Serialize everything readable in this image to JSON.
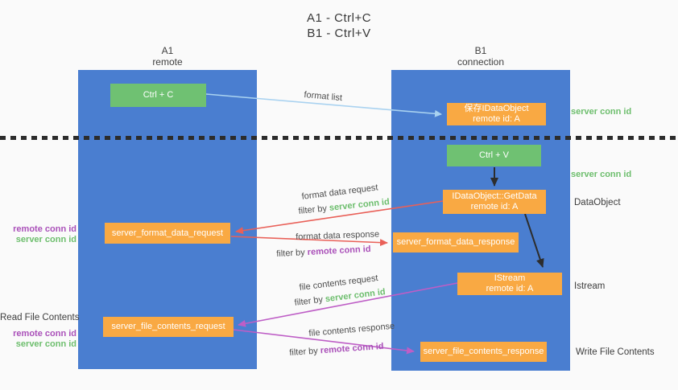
{
  "title": {
    "line1": "A1 - Ctrl+C",
    "line2": "B1 - Ctrl+V"
  },
  "columns": {
    "left": {
      "name": "A1",
      "subtitle": "remote"
    },
    "right": {
      "name": "B1",
      "subtitle": "connection"
    }
  },
  "nodes": {
    "ctrl_c": "Ctrl + C",
    "save_idataobject": {
      "line1": "保存IDataObject",
      "line2": "remote id: A"
    },
    "ctrl_v": "Ctrl + V",
    "getdata": {
      "line1": "IDataObject::GetData",
      "line2": "remote id: A"
    },
    "format_request": "server_format_data_request",
    "format_response": "server_format_data_response",
    "istream": {
      "line1": "IStream",
      "line2": "remote id: A"
    },
    "file_request": "server_file_contents_request",
    "file_response": "server_file_contents_response"
  },
  "side_labels": {
    "server_conn_id_top": "server conn id",
    "server_conn_id_mid": "server conn id",
    "dataobject": "DataObject",
    "istream": "Istream",
    "write_file_contents": "Write File Contents",
    "read_file_contents": "Read File Contents",
    "left_remote_conn_1": "remote conn id",
    "left_server_conn_1": "server conn id",
    "left_remote_conn_2": "remote conn id",
    "left_server_conn_2": "server conn id"
  },
  "arrow_labels": {
    "format_list": "format list",
    "format_data_request": "format data request",
    "filter_by_1_prefix": "filter by ",
    "filter_by_1_value": "server conn id",
    "format_data_response": "format data response",
    "filter_by_2_prefix": "filter by ",
    "filter_by_2_value": "remote conn id",
    "file_contents_request": "file contents request",
    "filter_by_3_prefix": "filter by ",
    "filter_by_3_value": "server conn id",
    "file_contents_response": "file contents response",
    "filter_by_4_prefix": "filter by ",
    "filter_by_4_value": "remote conn id"
  },
  "colors": {
    "column_blue": "#4A7ED0",
    "node_green": "#6FC172",
    "node_orange": "#F9A943",
    "arrow_blue": "#A9D2F0",
    "arrow_red": "#E96058",
    "arrow_magenta": "#BE5EC6",
    "arrow_black": "#2D2D2D",
    "label_green": "#6DBE6D",
    "label_purple": "#AA50B9"
  }
}
